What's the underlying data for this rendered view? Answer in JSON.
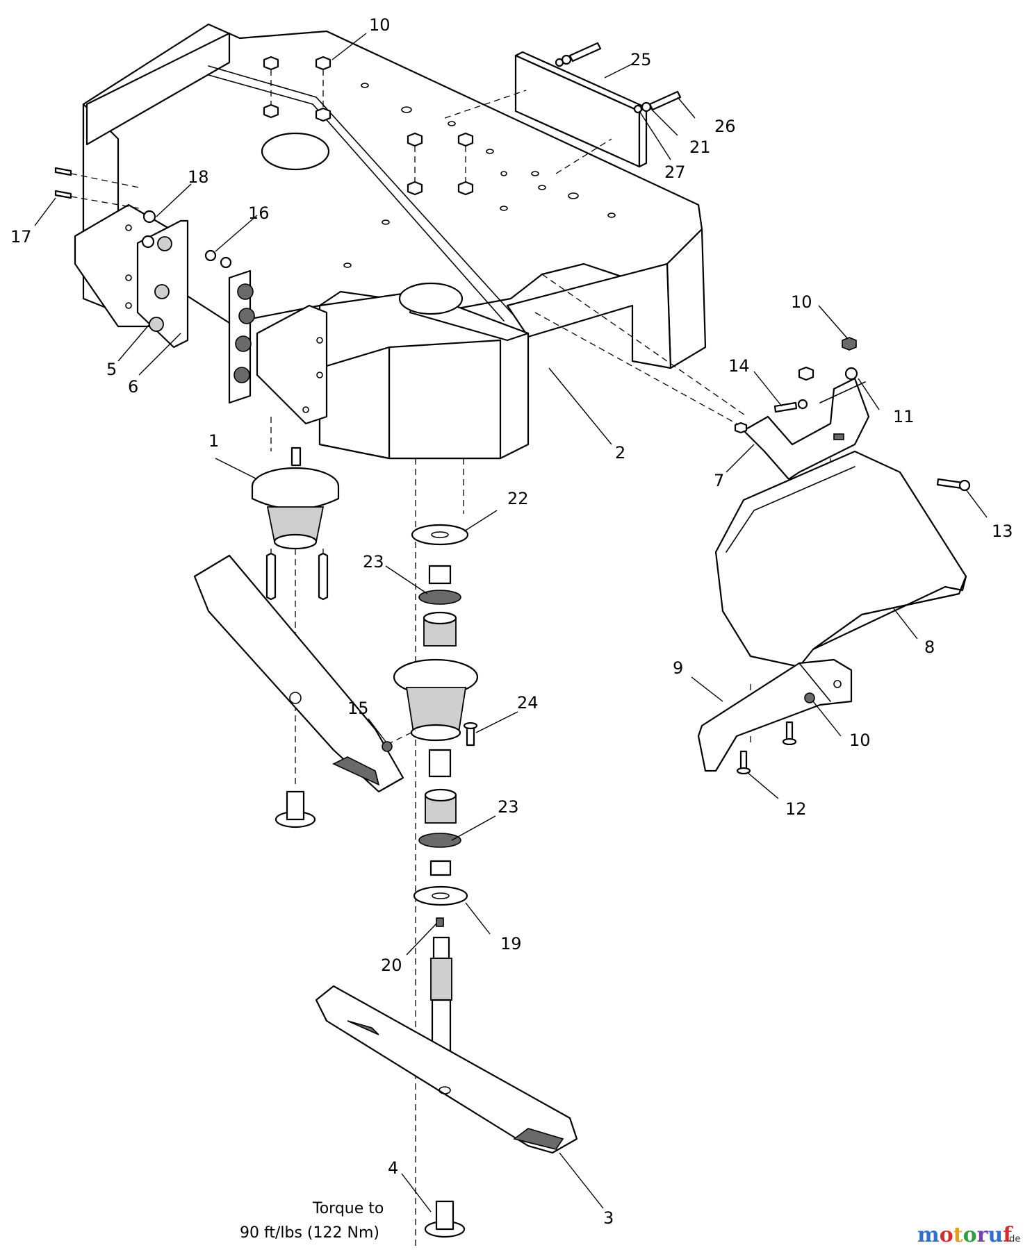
{
  "callouts": [
    {
      "id": "c10a",
      "text": "10"
    },
    {
      "id": "c25",
      "text": "25"
    },
    {
      "id": "c26",
      "text": "26"
    },
    {
      "id": "c21",
      "text": "21"
    },
    {
      "id": "c27",
      "text": "27"
    },
    {
      "id": "c18",
      "text": "18"
    },
    {
      "id": "c16",
      "text": "16"
    },
    {
      "id": "c17",
      "text": "17"
    },
    {
      "id": "c5",
      "text": "5"
    },
    {
      "id": "c6",
      "text": "6"
    },
    {
      "id": "c1",
      "text": "1"
    },
    {
      "id": "c2",
      "text": "2"
    },
    {
      "id": "c10b",
      "text": "10"
    },
    {
      "id": "c14",
      "text": "14"
    },
    {
      "id": "c11",
      "text": "11"
    },
    {
      "id": "c7",
      "text": "7"
    },
    {
      "id": "c13",
      "text": "13"
    },
    {
      "id": "c22",
      "text": "22"
    },
    {
      "id": "c23a",
      "text": "23"
    },
    {
      "id": "c8",
      "text": "8"
    },
    {
      "id": "c9",
      "text": "9"
    },
    {
      "id": "c15",
      "text": "15"
    },
    {
      "id": "c24",
      "text": "24"
    },
    {
      "id": "c10c",
      "text": "10"
    },
    {
      "id": "c12",
      "text": "12"
    },
    {
      "id": "c23b",
      "text": "23"
    },
    {
      "id": "c19",
      "text": "19"
    },
    {
      "id": "c20",
      "text": "20"
    },
    {
      "id": "c4",
      "text": "4"
    },
    {
      "id": "c3",
      "text": "3"
    }
  ],
  "torque_note": {
    "line1": "Torque to",
    "line2": "90 ft/lbs (122 Nm)"
  },
  "watermark": {
    "brand": "motoruf",
    "suffix": ".de",
    "colors": [
      "#2f6fd0",
      "#d02f2f",
      "#e0a020",
      "#2f9f40",
      "#7a3fb0",
      "#2f6fd0",
      "#d02f2f"
    ]
  }
}
